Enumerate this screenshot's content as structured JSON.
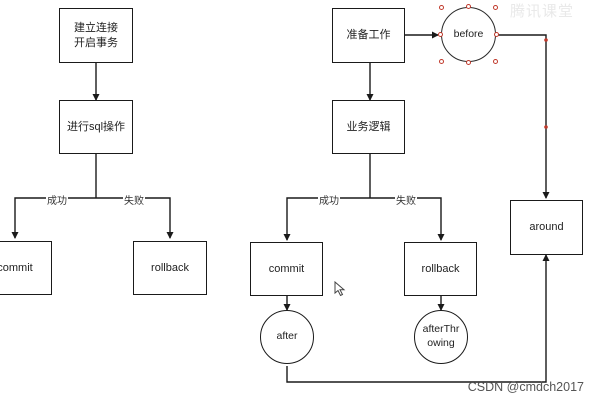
{
  "diagram": {
    "left": {
      "start": [
        "建立连接",
        "开启事务"
      ],
      "sql_op": "进行sql操作",
      "success_label": "成功",
      "fail_label": "失败",
      "commit": "commit",
      "rollback": "rollback"
    },
    "right": {
      "prepare": "准备工作",
      "before": "before",
      "logic": "业务逻辑",
      "success_label": "成功",
      "fail_label": "失败",
      "commit": "commit",
      "rollback": "rollback",
      "after": "after",
      "after_throwing": [
        "afterThr",
        "owing"
      ],
      "around": "around"
    }
  },
  "watermark": "腾讯课堂",
  "footer": "CSDN @cmdch2017"
}
